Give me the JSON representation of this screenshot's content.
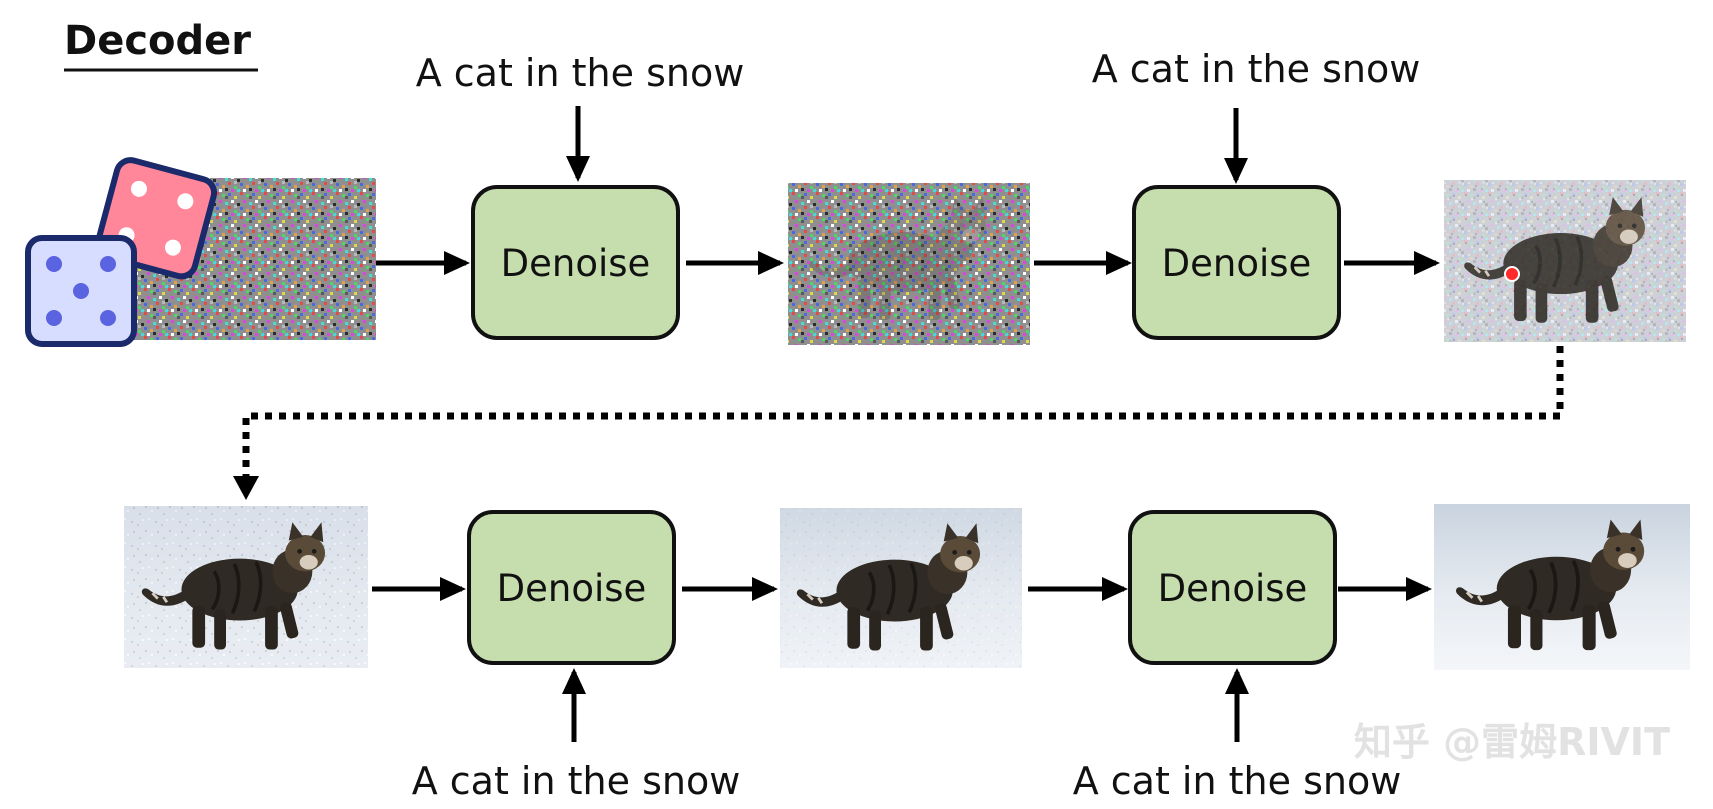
{
  "title": "Decoder",
  "prompt": "A cat in the snow",
  "denoise_label": "Denoise",
  "watermark": "知乎 @雷姆RIVIT",
  "colors": {
    "denoise_fill": "#c6deae",
    "denoise_stroke": "#111111",
    "arrow": "#000000",
    "snow_background": "#dfe6ef",
    "cat_body": "#2f2a24",
    "dice_red": "#ff8799",
    "dice_red_edge": "#1b2a6b",
    "dice_blue": "#d6ddff",
    "dice_blue_pip": "#5a63e0",
    "pointer_dot": "#ff2a2a"
  },
  "icons": {
    "dice": "dice-icon",
    "pointer": "red-pointer-dot-icon"
  },
  "steps": [
    {
      "id": "input-noise",
      "noise_level": 1.0,
      "cat_visibility": 0.0
    },
    {
      "id": "step1-output",
      "noise_level": 0.75,
      "cat_visibility": 0.3
    },
    {
      "id": "step2-output",
      "noise_level": 0.5,
      "cat_visibility": 0.7
    },
    {
      "id": "step3-input",
      "noise_level": 0.25,
      "cat_visibility": 0.9
    },
    {
      "id": "step3-output",
      "noise_level": 0.1,
      "cat_visibility": 1.0
    },
    {
      "id": "final-output",
      "noise_level": 0.0,
      "cat_visibility": 1.0
    }
  ]
}
